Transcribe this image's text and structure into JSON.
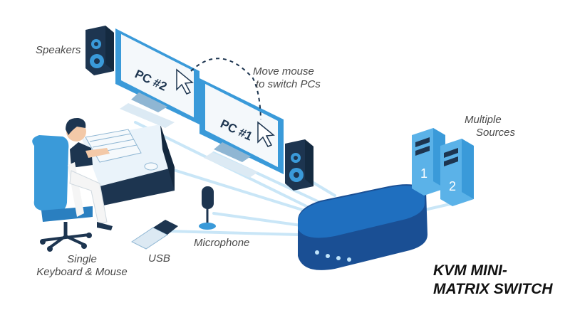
{
  "labels": {
    "speakers": "Speakers",
    "move_mouse_line1": "Move mouse",
    "move_mouse_line2": "to switch PCs",
    "multiple_line1": "Multiple",
    "multiple_line2": "Sources",
    "single_line1": "Single",
    "single_line2": "Keyboard & Mouse",
    "usb": "USB",
    "microphone": "Microphone",
    "switch_line1": "KVM MINI-",
    "switch_line2": "MATRIX SWITCH"
  },
  "screens": {
    "pc2": "PC #2",
    "pc1": "PC #1"
  },
  "servers": {
    "one": "1",
    "two": "2"
  },
  "colors": {
    "cable": "#c9e6f7",
    "monitor_frame": "#3a9ad9",
    "screen": "#f4f8fb",
    "switch_top": "#1f6fbf",
    "switch_side": "#1a4f94",
    "dark": "#1d3550",
    "server": "#5bb2e8"
  }
}
